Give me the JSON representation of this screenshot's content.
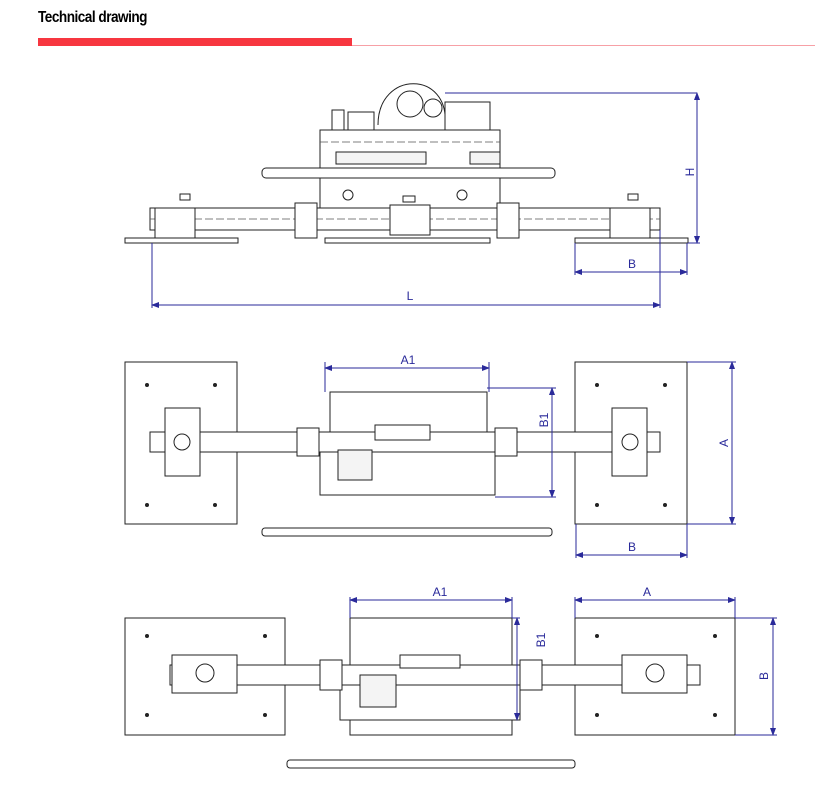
{
  "header": {
    "title": "Technical drawing",
    "accent_color": "#f73640"
  },
  "views": {
    "side": {
      "dims": {
        "height": "H",
        "pad_width": "B",
        "length": "L"
      }
    },
    "top_1": {
      "dims": {
        "center_width": "A1",
        "center_depth": "B1",
        "pad_length": "A",
        "pad_width": "B"
      }
    },
    "top_2": {
      "dims": {
        "center_width": "A1",
        "center_depth": "B1",
        "pad_length": "A",
        "pad_width": "B"
      }
    }
  },
  "dim_color": "#2a2a9a"
}
